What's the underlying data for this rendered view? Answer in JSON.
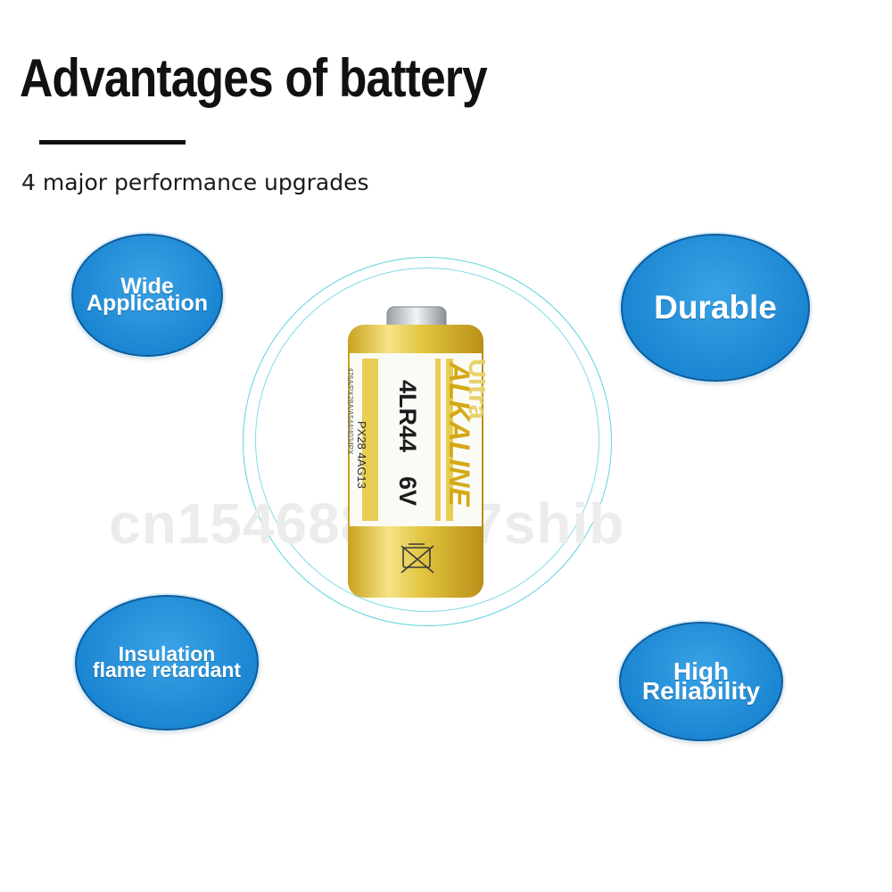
{
  "header": {
    "title": "Advantages of battery",
    "subtitle": "4 major performance upgrades"
  },
  "features": {
    "wide_application": {
      "line1": "Wide",
      "line2": "Application"
    },
    "durable": {
      "line1": "Durable"
    },
    "insulation": {
      "line1": "Insulation",
      "line2": "flame retardant"
    },
    "high_reliability": {
      "line1": "High",
      "line2": "Reliability"
    }
  },
  "battery": {
    "brand": "Ultra",
    "chemistry": "ALKALINE",
    "model": "4LR44",
    "voltage": "6V",
    "codes": "PX28  4AG13",
    "small_codes": "476A/PX28A/A544/4034PX"
  },
  "watermark": "cn1546882457shib",
  "colors": {
    "badge_blue": "#1b86d2",
    "ring_cyan": "#5fd3de",
    "battery_gold": "#e2c440",
    "title_black": "#111111"
  },
  "icons": {
    "recycle_symbol": "crossed-out-bin-icon"
  }
}
